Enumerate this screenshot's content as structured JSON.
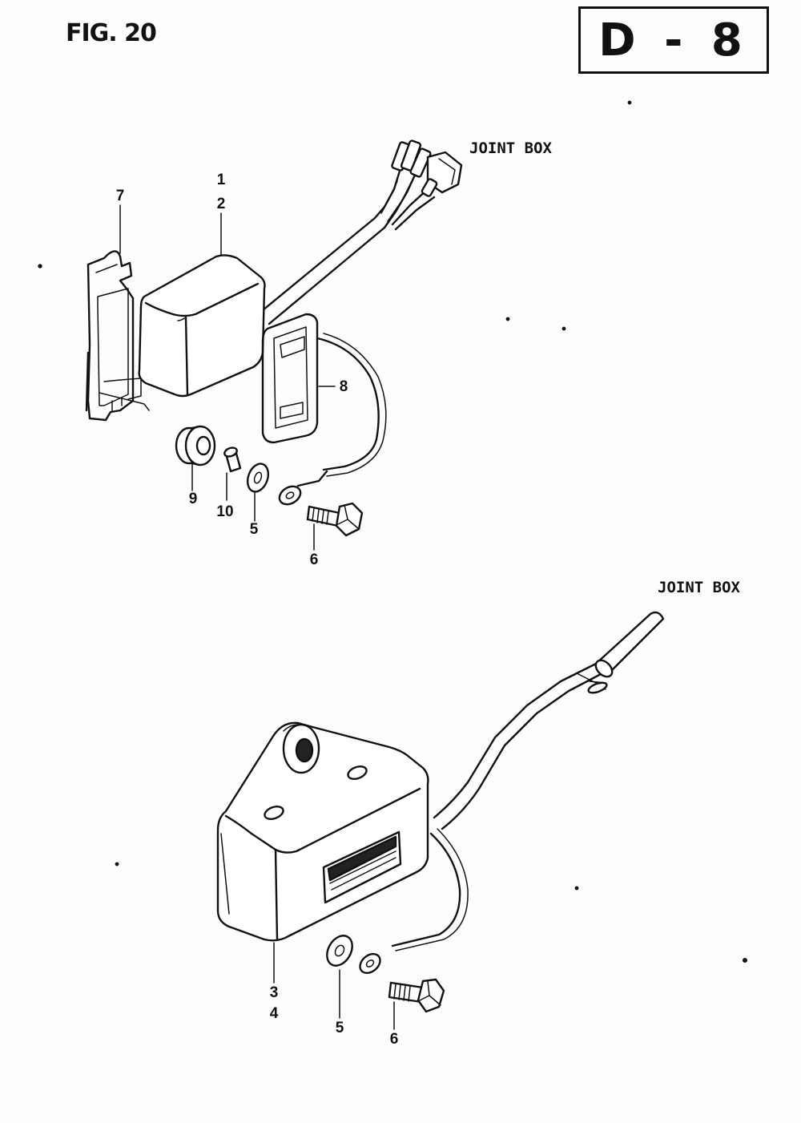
{
  "figure": {
    "title": "FIG. 20",
    "page_code": "D - 8"
  },
  "upper_assembly": {
    "joint_box_label": "JOINT BOX",
    "callouts": {
      "part_1": "1",
      "part_2": "2",
      "part_7": "7",
      "part_8": "8",
      "part_9": "9",
      "part_10": "10",
      "part_5": "5",
      "part_6": "6"
    }
  },
  "lower_assembly": {
    "joint_box_label": "JOINT BOX",
    "callouts": {
      "part_3": "3",
      "part_4": "4",
      "part_5": "5",
      "part_6": "6"
    }
  },
  "icons": [
    "cdi-unit-drawing",
    "bracket-drawing",
    "band-drawing",
    "grommet-drawing",
    "collar-drawing",
    "washer-drawing",
    "bolt-drawing",
    "connector-drawing"
  ]
}
